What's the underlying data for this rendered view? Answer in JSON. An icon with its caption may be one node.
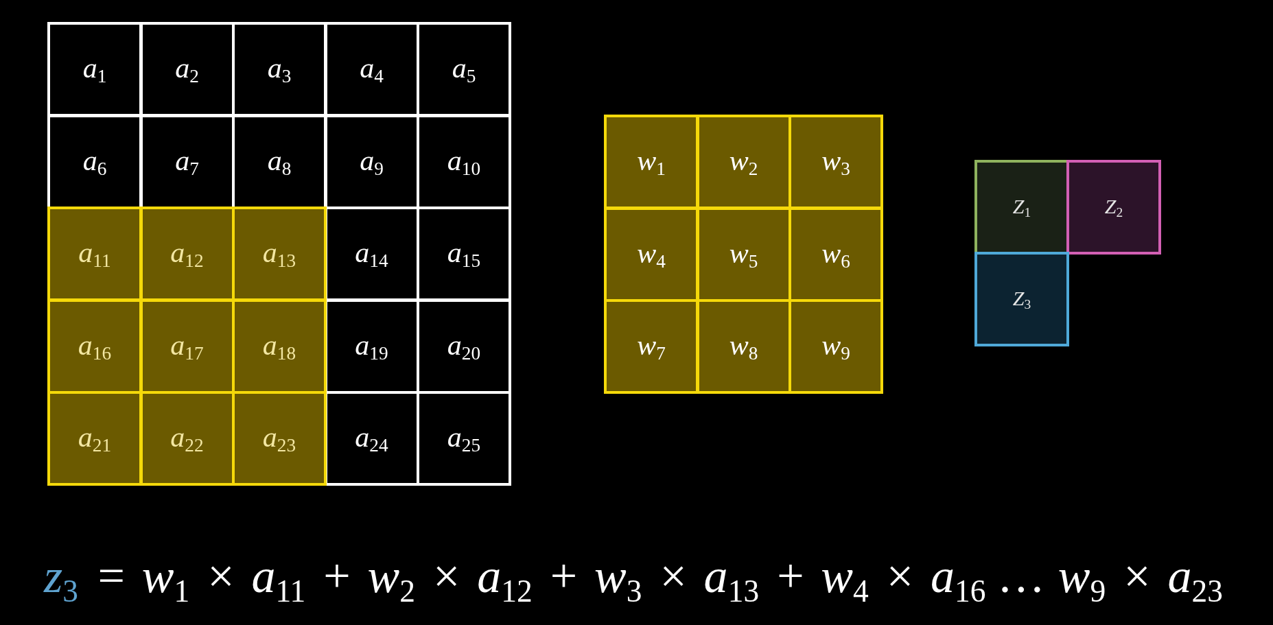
{
  "diagram": {
    "nodes": [
      {
        "text": [
          "a$_{1}$"
        ]
      },
      {
        "text": [
          "a$_{2}$"
        ]
      },
      {
        "text": [
          "a$_{3}$"
        ]
      },
      {
        "text": [
          "a$_{4}$"
        ]
      },
      {
        "text": [
          "a$_{5}$"
        ]
      },
      {
        "text": [
          "a$_{6}$"
        ]
      },
      {
        "text": [
          "a$_{7}$"
        ]
      },
      {
        "text": [
          "a$_{8}$"
        ]
      },
      {
        "text": [
          "a$_{9}$"
        ]
      },
      {
        "text": [
          "a$_{10}$"
        ]
      },
      {
        "text": [
          "a$_{11}$"
        ]
      },
      {
        "text": [
          "a$_{12}$"
        ]
      },
      {
        "text": [
          "a$_{13}$"
        ]
      },
      {
        "text": [
          "a$_{14}$"
        ]
      },
      {
        "text": [
          "a$_{15}$"
        ]
      },
      {
        "text": [
          "a$_{16}$"
        ]
      },
      {
        "text": [
          "a$_{17}$"
        ]
      },
      {
        "text": [
          "a$_{18}$"
        ]
      },
      {
        "text": [
          "a$_{19}$"
        ]
      },
      {
        "text": [
          "a$_{20}$"
        ]
      },
      {
        "text": [
          "a$_{21}$"
        ]
      },
      {
        "text": [
          "a$_{22}$"
        ]
      },
      {
        "text": [
          "a$_{23}$"
        ]
      },
      {
        "text": [
          "a$_{24}$"
        ]
      },
      {
        "text": [
          "a$_{25}$"
        ]
      },
      {
        "text": [
          "w$_{1}$"
        ]
      },
      {
        "text": [
          "w$_{2}$"
        ]
      },
      {
        "text": [
          "w$_{3}$"
        ]
      },
      {
        "text": [
          "w$_{4}$"
        ]
      },
      {
        "text": [
          "w$_{5}$"
        ]
      },
      {
        "text": [
          "w$_{6}$"
        ]
      },
      {
        "text": [
          "w$_{7}$"
        ]
      },
      {
        "text": [
          "w$_{8}$"
        ]
      },
      {
        "text": [
          "w$_{9}$"
        ]
      },
      {
        "text": [
          "Z$_{1}$"
        ]
      },
      {
        "text": [
          "Z$_{2}$"
        ]
      },
      {
        "text": [
          "Z$_{3}$"
        ]
      }
    ],
    "labels": [
      "z$_{3}$",
      "= w$_{1}$ × a$_{11}$ + w$_{2}$ × a$_{12}$ + w$_{3}$ × a$_{13}$ + w$_{4}$ × a$_{16}$ … w$_{9}$ × a$_{23}$"
    ]
  }
}
